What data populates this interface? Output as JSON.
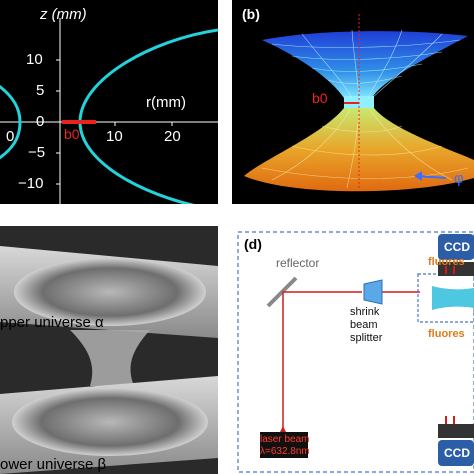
{
  "panel_a": {
    "z_axis_label": "z (mm)",
    "r_axis_label": "r(mm)",
    "b0_label": "b0",
    "y_ticks": [
      "10",
      "5",
      "0",
      "−5",
      "−10"
    ],
    "x_ticks": [
      "0",
      "10",
      "20"
    ],
    "curve_color": "#22d3dc",
    "marker_color": "#e8231e"
  },
  "panel_b": {
    "label": "(b)",
    "b0_label": "b0",
    "phi_label": "φ"
  },
  "panel_c": {
    "upper_label": "pper universe α",
    "lower_label": "ower universe β"
  },
  "panel_d": {
    "label": "(d)",
    "reflector_label": "reflector",
    "splitter_label_1": "shrink",
    "splitter_label_2": "beam",
    "splitter_label_3": "splitter",
    "laser_label_1": "laser beam",
    "laser_label_2": "λ=632.8nm",
    "ccd_top": "CCD",
    "ccd_bottom": "CCD",
    "fluor_top": "fluores",
    "fluor_bottom": "fluores",
    "fluor_color": "#e07b1a",
    "beam_color": "#d21c1c",
    "dash_color": "#4a76c8"
  }
}
